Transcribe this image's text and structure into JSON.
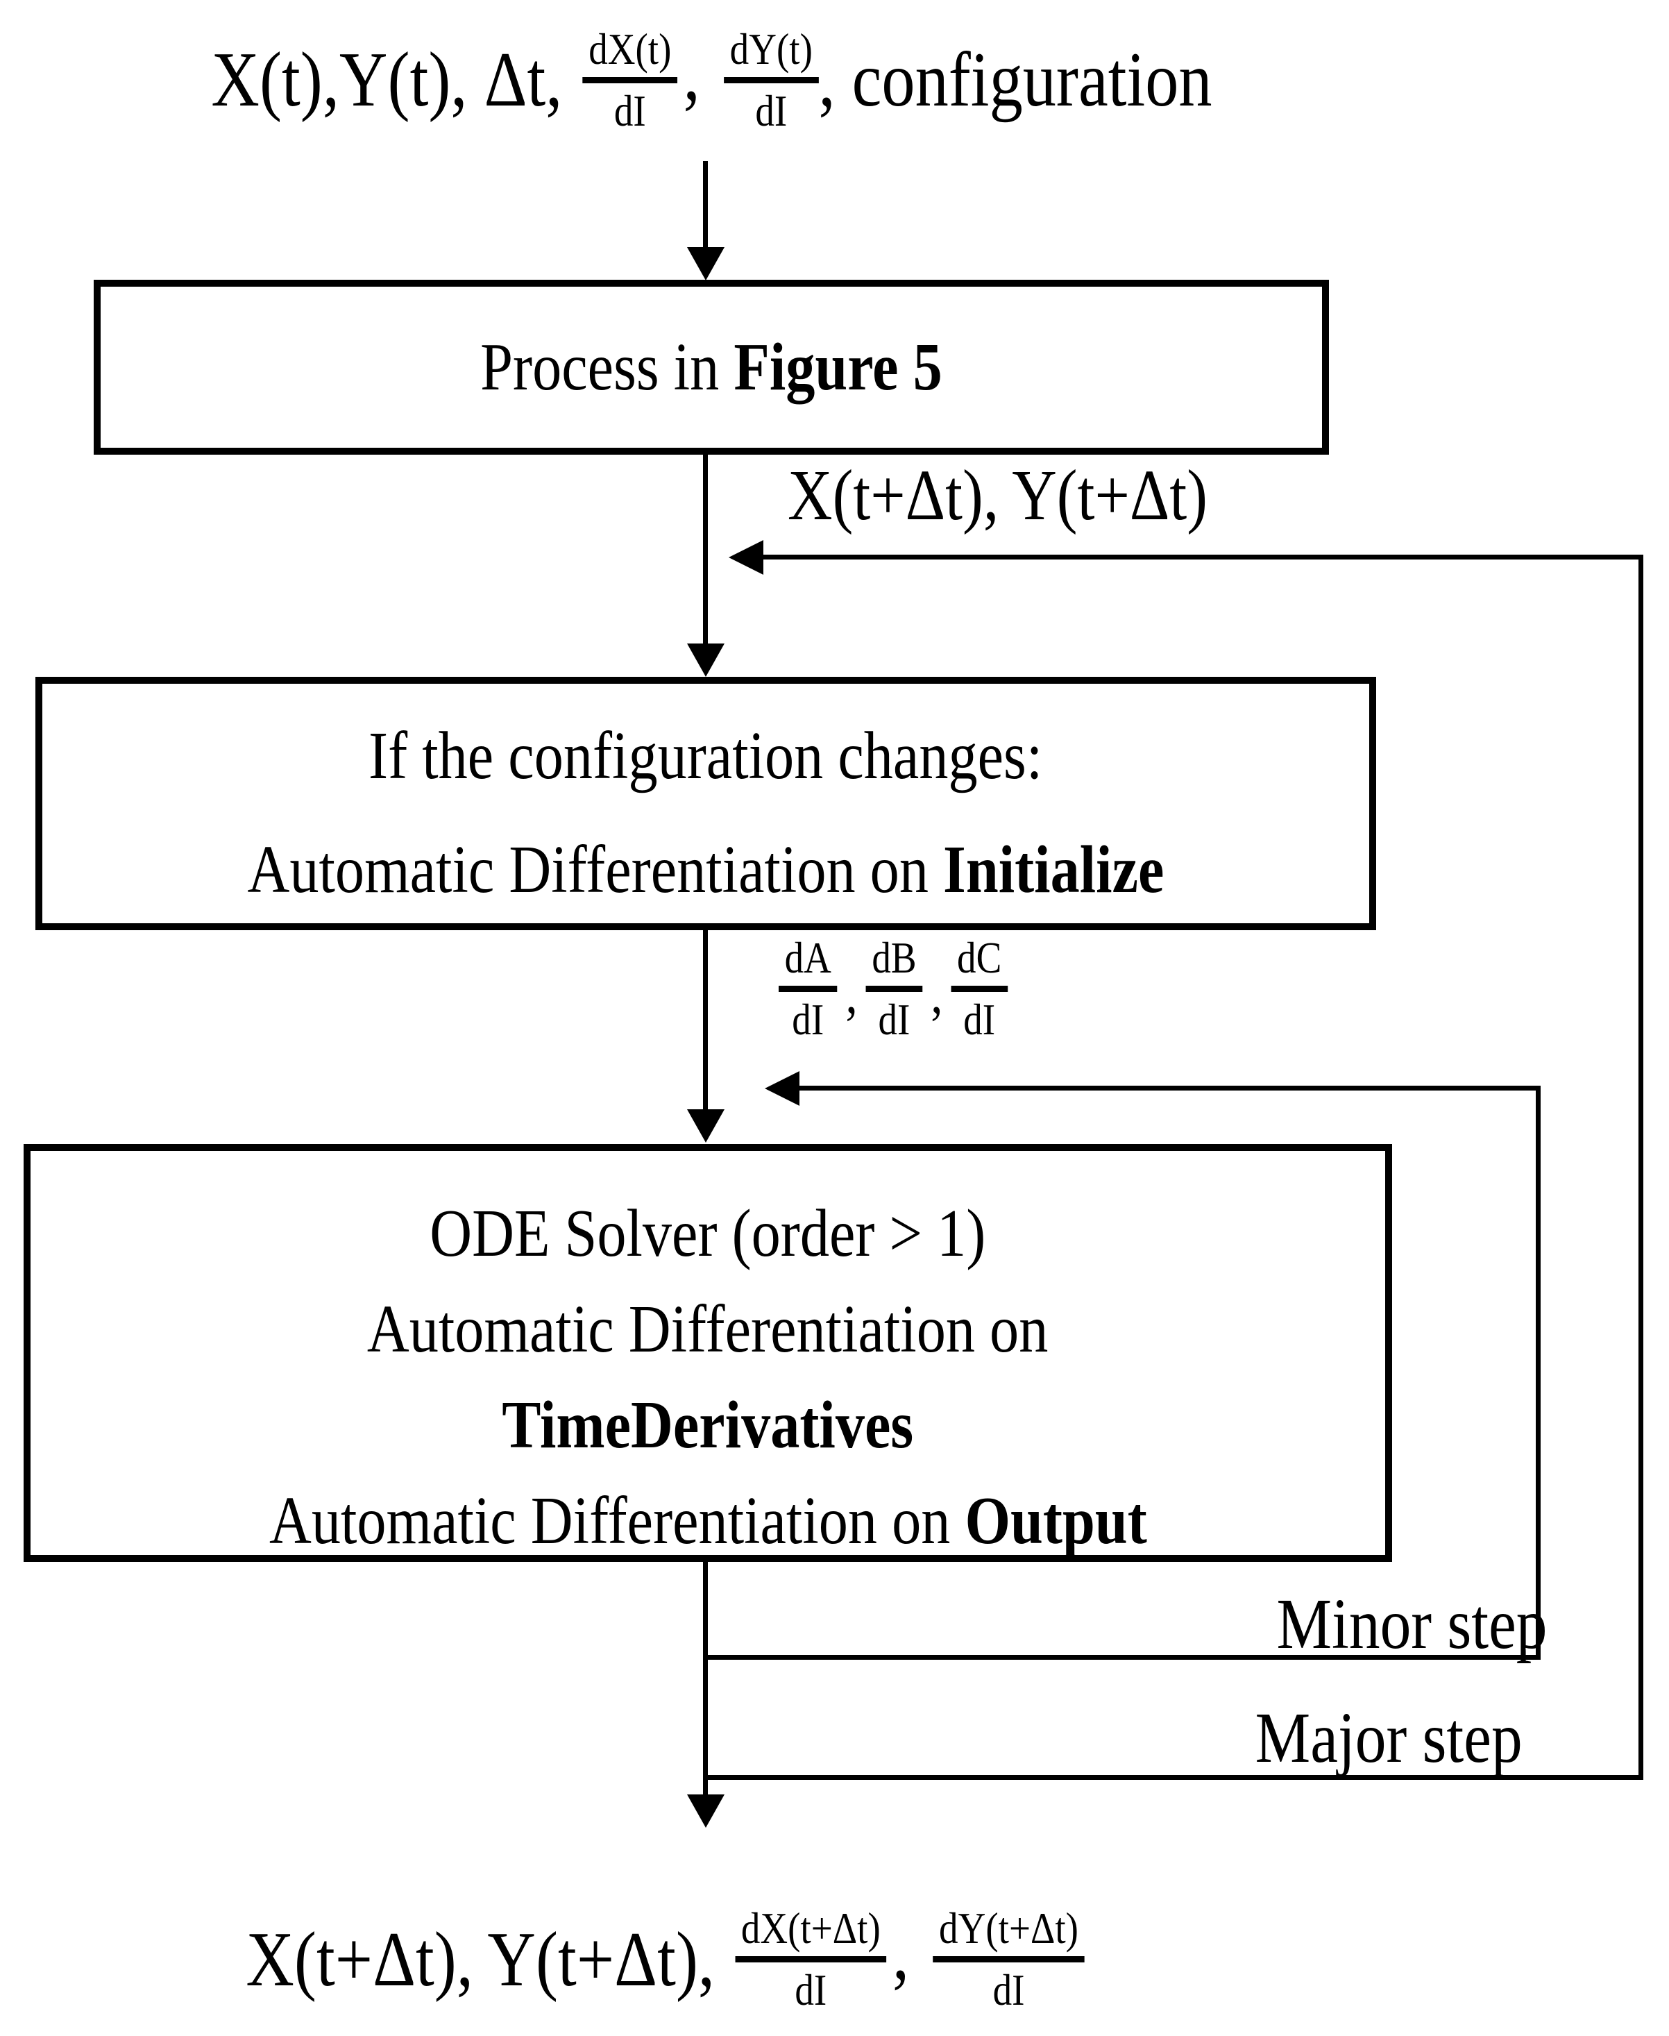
{
  "page": {
    "background": "#ffffff",
    "line_color": "#000000"
  },
  "top_input": {
    "prefix": "X(t),Y(t), Δt,",
    "frac1_num": "dX(t)",
    "frac1_den": "dI",
    "sep": ",",
    "frac2_num": "dY(t)",
    "frac2_den": "dI",
    "suffix": ", configuration"
  },
  "box1": {
    "regular": "Process in ",
    "bold": "Figure 5"
  },
  "label_after_box1": "X(t+Δt), Y(t+Δt)",
  "box2": {
    "line1": "If the configuration changes:",
    "line2_regular": "Automatic Differentiation on ",
    "line2_bold": "Initialize"
  },
  "derivative_labels": {
    "frac1_num": "dA",
    "frac1_den": "dI",
    "sep1": ",",
    "frac2_num": "dB",
    "frac2_den": "dI",
    "sep2": ",",
    "frac3_num": "dC",
    "frac3_den": "dI"
  },
  "box3": {
    "line1": "ODE Solver (order > 1)",
    "line2": "Automatic Differentiation on",
    "line3_bold": "TimeDerivatives",
    "line4_regular": "Automatic Differentiation on ",
    "line4_bold": "Output"
  },
  "loop_labels": {
    "minor": "Minor step",
    "major": "Major step"
  },
  "bottom_output": {
    "prefix": "X(t+Δt), Y(t+Δt),",
    "frac1_num": "dX(t+Δt)",
    "frac1_den": "dI",
    "sep": ",",
    "frac2_num": "dY(t+Δt)",
    "frac2_den": "dI"
  }
}
